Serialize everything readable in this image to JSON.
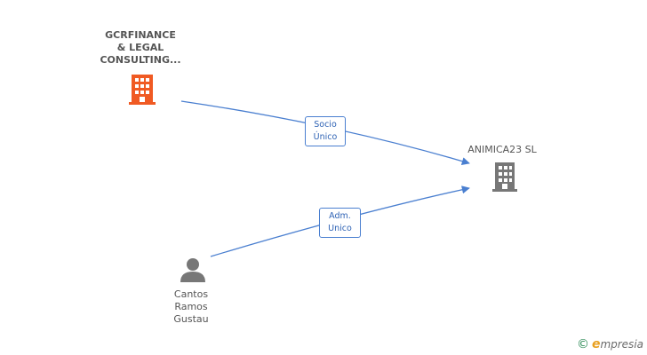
{
  "nodes": {
    "main_company": {
      "lines": [
        "GCRFINANCE",
        "& LEGAL",
        "CONSULTING..."
      ],
      "color": "#f05a23"
    },
    "target_company": {
      "label": "ANIMICA23 SL",
      "color": "#777777"
    },
    "person": {
      "lines": [
        "Cantos",
        "Ramos",
        "Gustau"
      ],
      "color": "#777777"
    }
  },
  "edges": [
    {
      "from": "main_company",
      "to": "target_company",
      "label_lines": [
        "Socio",
        "Único"
      ]
    },
    {
      "from": "person",
      "to": "target_company",
      "label_lines": [
        "Adm.",
        "Unico"
      ]
    }
  ],
  "edge_color": "#4a7fd0",
  "watermark": {
    "copyright": "©",
    "brand_initial": "e",
    "brand_rest": "mpresia"
  }
}
